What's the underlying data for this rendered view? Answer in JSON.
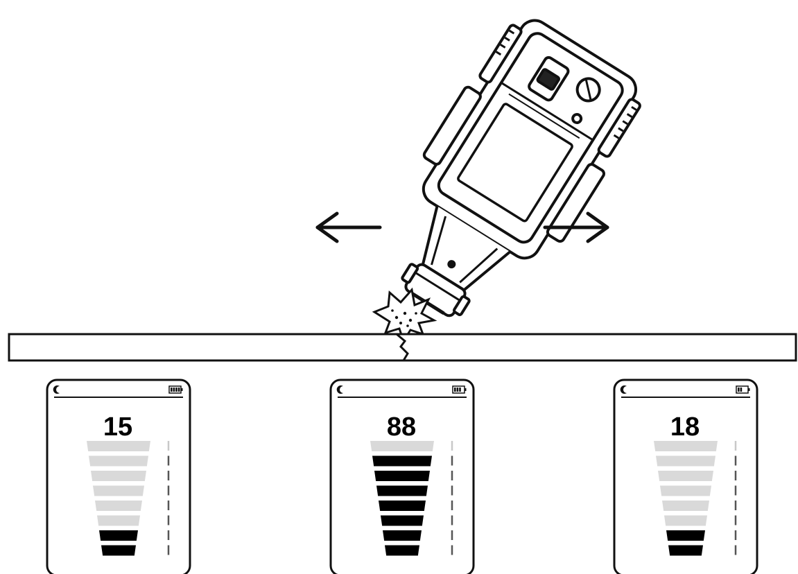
{
  "screens": [
    {
      "reading": "15",
      "active_bars": 2,
      "battery_bars": 4
    },
    {
      "reading": "88",
      "active_bars": 7,
      "battery_bars": 3
    },
    {
      "reading": "18",
      "active_bars": 2,
      "battery_bars": 2
    }
  ],
  "colors": {
    "ink": "#111111",
    "bar_active": "#000000",
    "bar_inactive": "#d9d9d9",
    "background": "#ffffff"
  },
  "icons": {
    "device": "moisture-meter-icon",
    "impact": "impact-burst-icon",
    "left_arrow": "arrow-left-icon",
    "right_arrow": "arrow-right-icon",
    "moon": "moon-icon",
    "battery": "battery-icon"
  }
}
